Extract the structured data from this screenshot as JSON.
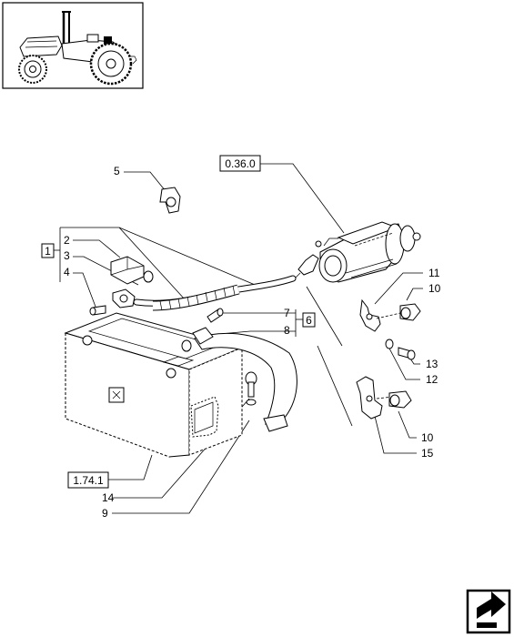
{
  "thumbnail": {
    "icon": "tractor-icon"
  },
  "references": {
    "starter": "0.36.0",
    "battery": "1.74.1",
    "group_a": "1",
    "group_b": "6"
  },
  "callouts": {
    "n2": "2",
    "n3": "3",
    "n4": "4",
    "n5": "5",
    "n7": "7",
    "n8": "8",
    "n9": "9",
    "n10a": "10",
    "n10b": "10",
    "n11": "11",
    "n12": "12",
    "n13": "13",
    "n14": "14",
    "n15": "15"
  },
  "navigation": {
    "icon": "next-page-arrow-icon"
  }
}
